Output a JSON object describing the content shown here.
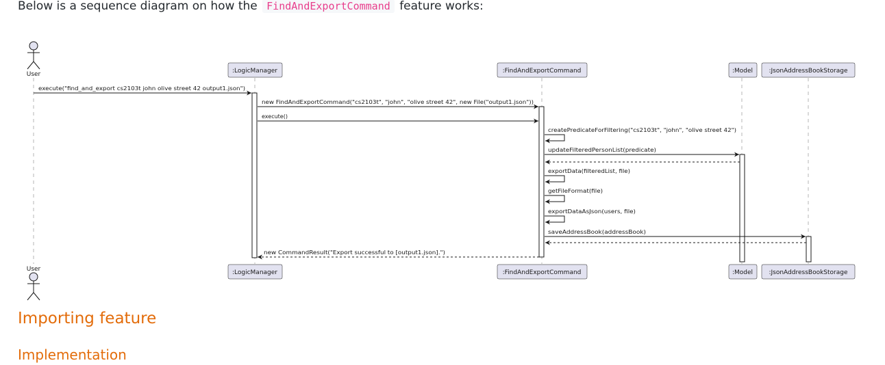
{
  "intro": {
    "prefix": "Below is a sequence diagram on how the",
    "code": "FindAndExportCommand",
    "suffix": "feature works:"
  },
  "diagram": {
    "actor": "User",
    "participants": {
      "logic": ":LogicManager",
      "find": ":FindAndExportCommand",
      "model": ":Model",
      "storage": ":JsonAddressBookStorage"
    },
    "messages": {
      "m1": "execute(\"find_and_export cs2103t john olive street 42 output1.json\")",
      "m2": "new FindAndExportCommand(\"cs2103t\", \"john\", \"olive street 42\", new File(\"output1.json\"))",
      "m3": "execute()",
      "m4": "createPredicateForFiltering(\"cs2103t\", \"john\", \"olive street 42\")",
      "m5": "updateFilteredPersonList(predicate)",
      "m6": "exportData(filteredList, file)",
      "m7": "getFileFormat(file)",
      "m8": "exportDataAsJson(users, file)",
      "m9": "saveAddressBook(addressBook)",
      "m10": "new CommandResult(\"Export successful to [output1.json].\")"
    }
  },
  "headings": {
    "importing": "Importing feature",
    "implementation": "Implementation"
  }
}
